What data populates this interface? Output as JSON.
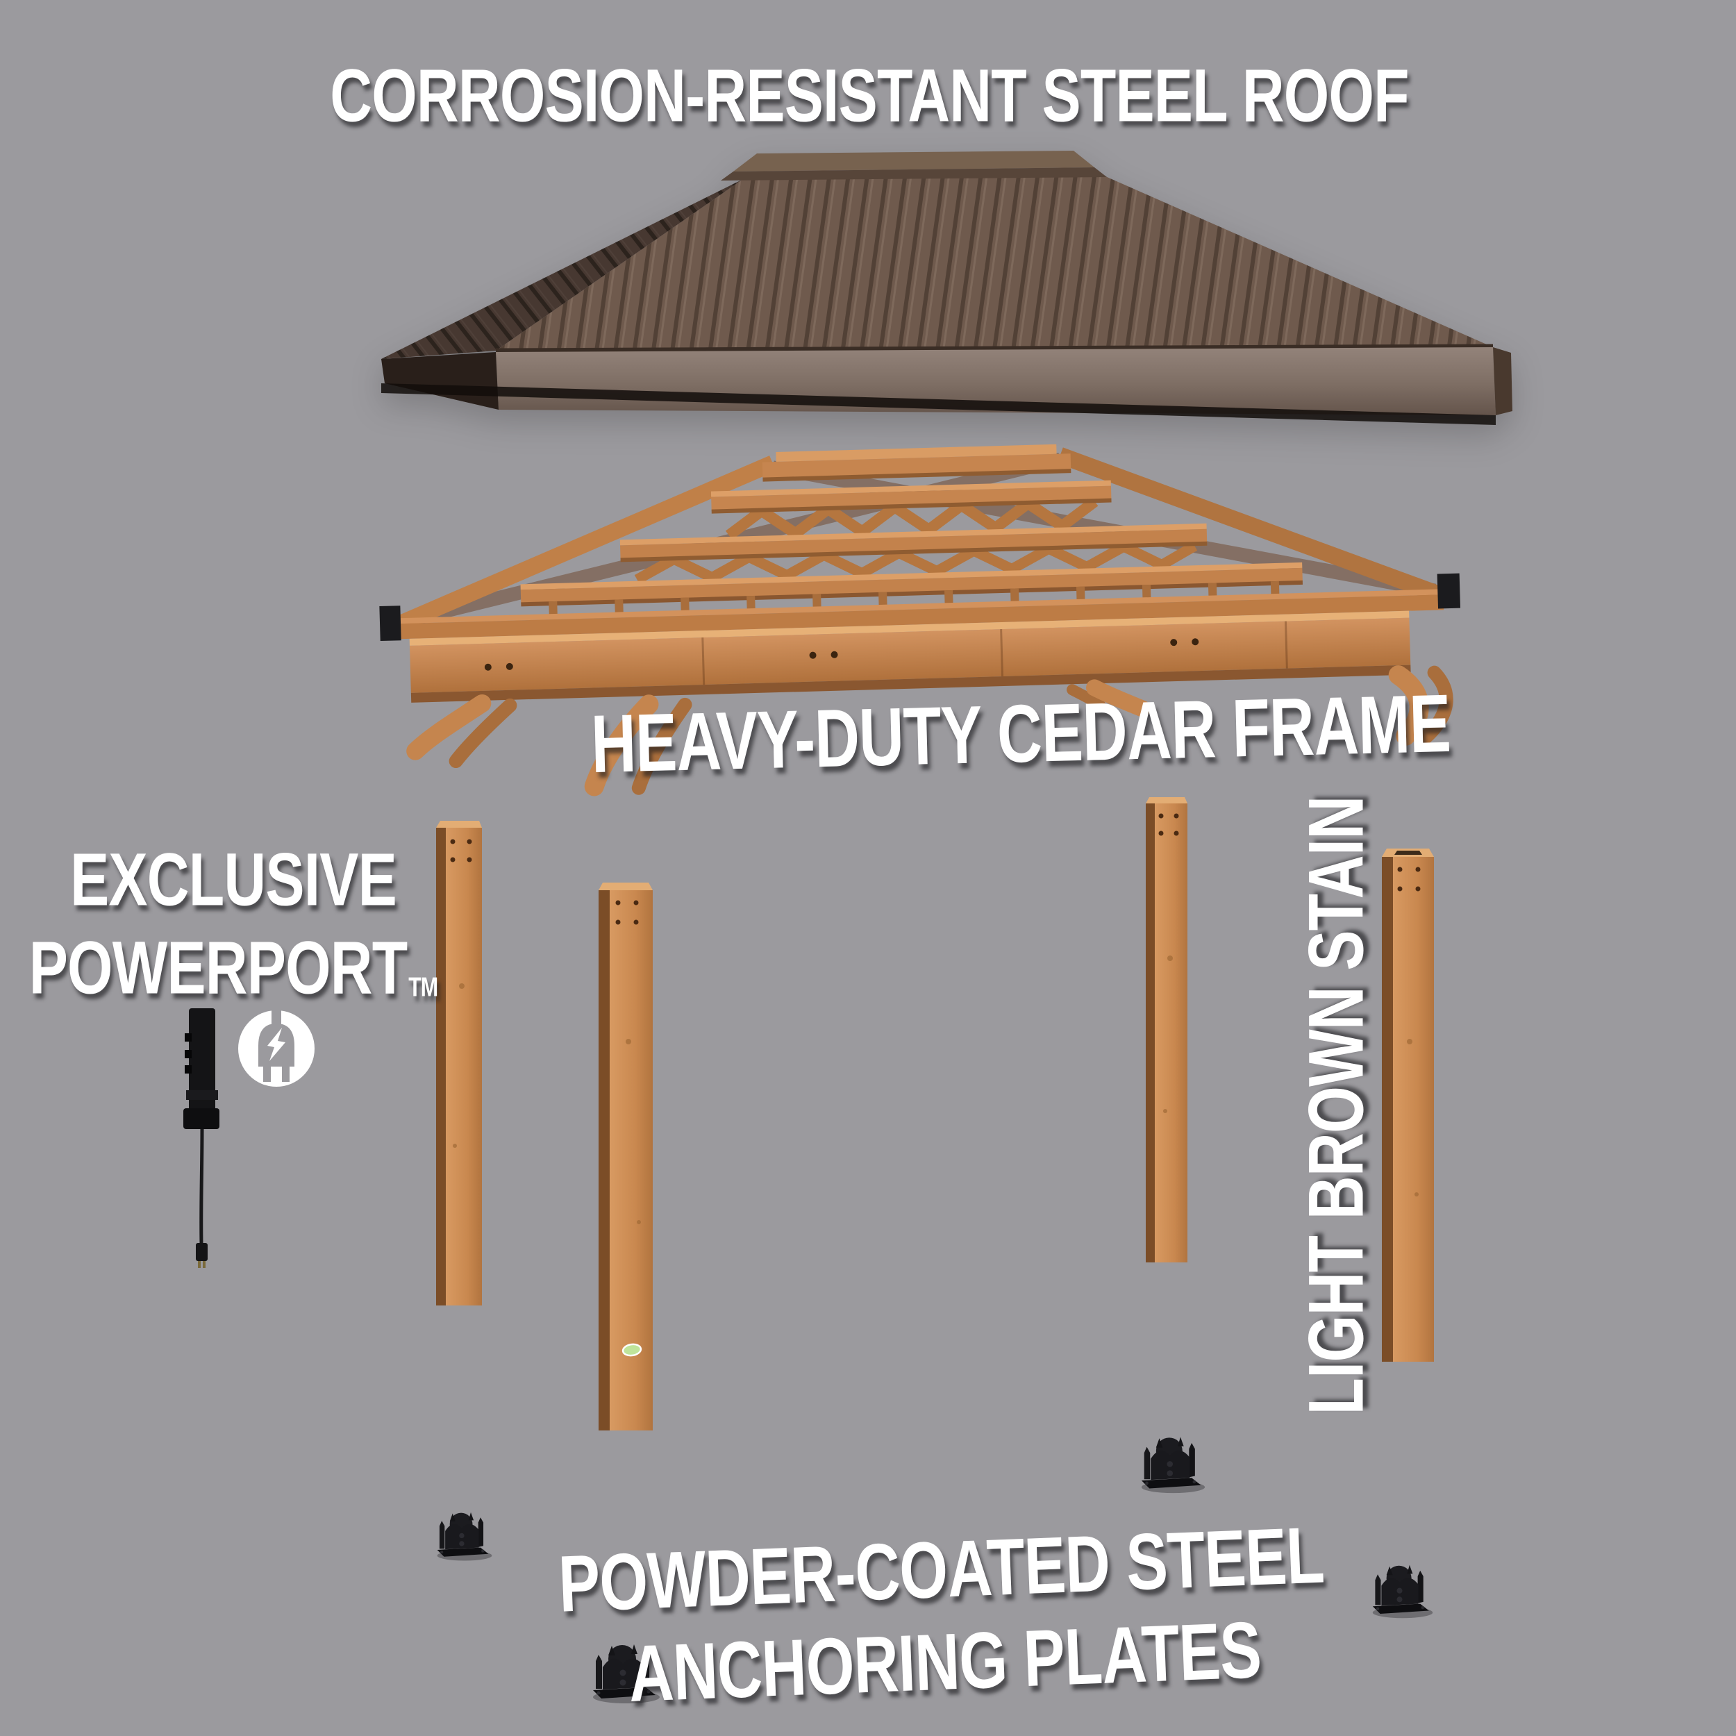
{
  "page": {
    "background_color": "#9b9a9e",
    "description": "Exploded product diagram of a hard-top gazebo showing roof, cedar frame, posts, power port and anchoring plates"
  },
  "labels": {
    "roof": "CORROSION-RESISTANT STEEL ROOF",
    "frame": "HEAVY-DUTY CEDAR FRAME",
    "powerport_line1": "EXCLUSIVE",
    "powerport_line2": "POWERPORT",
    "powerport_tm": "TM",
    "stain": "LIGHT BROWN STAIN",
    "plates_line1": "POWDER-COATED STEEL",
    "plates_line2": "ANCHORING PLATES"
  },
  "icons": {
    "power_plug_icon": {
      "name": "power-plug-icon",
      "glyph": "plug-with-lightning-bolt-in-circle",
      "color": "#ffffff"
    }
  },
  "colors": {
    "background": "#9b9a9e",
    "text": "#ffffff",
    "roof_brown": "#6f5a4d",
    "roof_dark_side": "#473831",
    "roof_fascia": "#8e7e74",
    "cedar_wood": "#c6854f",
    "cedar_shadow": "#8f5c31",
    "post_wood": "#cd8c55",
    "steel_black": "#18181b",
    "sticker_green": "#bfe49a"
  },
  "product_parts": [
    {
      "id": "steel-roof",
      "label": "CORROSION-RESISTANT STEEL ROOF",
      "count": 1
    },
    {
      "id": "cedar-frame",
      "label": "HEAVY-DUTY CEDAR FRAME",
      "count": 1
    },
    {
      "id": "cedar-posts",
      "label": "LIGHT BROWN STAIN",
      "count": 4
    },
    {
      "id": "powerport-device",
      "label": "EXCLUSIVE POWERPORT TM",
      "count": 1
    },
    {
      "id": "anchor-plates",
      "label": "POWDER-COATED STEEL ANCHORING PLATES",
      "count": 4
    }
  ]
}
